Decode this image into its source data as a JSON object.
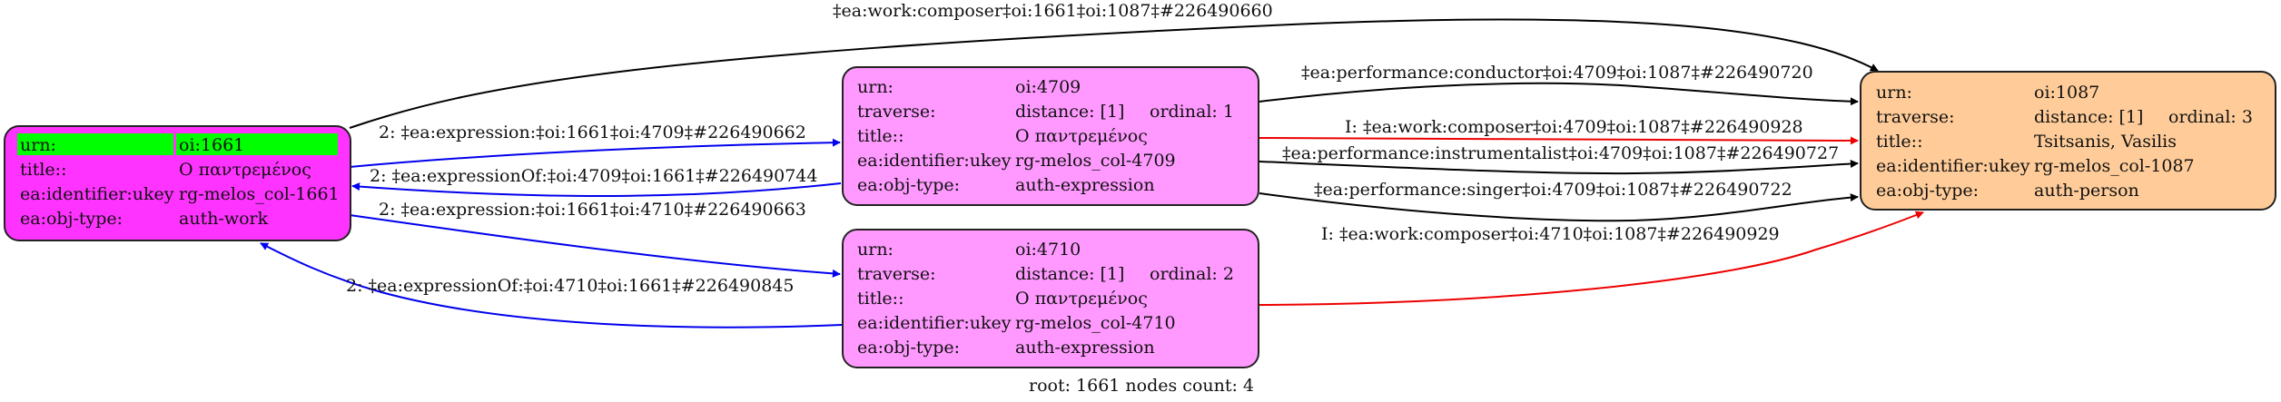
{
  "colors": {
    "work_fill": "#ff33ff",
    "expression_fill": "#ff99ff",
    "person_fill": "#ffcc99",
    "root_highlight": "#00ff00",
    "edge_black": "#000000",
    "edge_blue": "#0000ee",
    "edge_red": "#ee0000"
  },
  "nodes": {
    "n1661": {
      "rows": [
        {
          "key": "urn:",
          "value": "oi:1661"
        },
        {
          "key": "title::",
          "value": "Ο παντρεμένος"
        },
        {
          "key": "ea:identifier:ukey",
          "value": "rg-melos_col-1661"
        },
        {
          "key": "ea:obj-type:",
          "value": "auth-work"
        }
      ]
    },
    "n4709": {
      "rows": [
        {
          "key": "urn:",
          "value": "oi:4709"
        },
        {
          "key": "traverse:",
          "value": "distance: [1]",
          "extra": "ordinal: 1"
        },
        {
          "key": "title::",
          "value": "Ο παντρεμένος"
        },
        {
          "key": "ea:identifier:ukey",
          "value": "rg-melos_col-4709"
        },
        {
          "key": "ea:obj-type:",
          "value": "auth-expression"
        }
      ]
    },
    "n4710": {
      "rows": [
        {
          "key": "urn:",
          "value": "oi:4710"
        },
        {
          "key": "traverse:",
          "value": "distance: [1]",
          "extra": "ordinal: 2"
        },
        {
          "key": "title::",
          "value": "Ο παντρεμένος"
        },
        {
          "key": "ea:identifier:ukey",
          "value": "rg-melos_col-4710"
        },
        {
          "key": "ea:obj-type:",
          "value": "auth-expression"
        }
      ]
    },
    "n1087": {
      "rows": [
        {
          "key": "urn:",
          "value": "oi:1087"
        },
        {
          "key": "traverse:",
          "value": "distance: [1]",
          "extra": "ordinal: 3"
        },
        {
          "key": "title::",
          "value": "Tsitsanis, Vasilis"
        },
        {
          "key": "ea:identifier:ukey",
          "value": "rg-melos_col-1087"
        },
        {
          "key": "ea:obj-type:",
          "value": "auth-person"
        }
      ]
    }
  },
  "edges": [
    {
      "id": "e1",
      "label": "‡ea:work:composer‡oi:1661‡oi:1087‡#226490660",
      "from": "oi:1661",
      "to": "oi:1087",
      "color": "black"
    },
    {
      "id": "e2",
      "label": "2: ‡ea:expression:‡oi:1661‡oi:4709‡#226490662",
      "from": "oi:1661",
      "to": "oi:4709",
      "color": "blue"
    },
    {
      "id": "e3",
      "label": "2: ‡ea:expressionOf:‡oi:4709‡oi:1661‡#226490744",
      "from": "oi:4709",
      "to": "oi:1661",
      "color": "blue"
    },
    {
      "id": "e4",
      "label": "2: ‡ea:expression:‡oi:1661‡oi:4710‡#226490663",
      "from": "oi:1661",
      "to": "oi:4710",
      "color": "blue"
    },
    {
      "id": "e5",
      "label": "2: ‡ea:expressionOf:‡oi:4710‡oi:1661‡#226490845",
      "from": "oi:4710",
      "to": "oi:1661",
      "color": "blue"
    },
    {
      "id": "e6",
      "label": "‡ea:performance:conductor‡oi:4709‡oi:1087‡#226490720",
      "from": "oi:4709",
      "to": "oi:1087",
      "color": "black"
    },
    {
      "id": "e7",
      "label": "I: ‡ea:work:composer‡oi:4709‡oi:1087‡#226490928",
      "from": "oi:4709",
      "to": "oi:1087",
      "color": "red"
    },
    {
      "id": "e8",
      "label": "‡ea:performance:instrumentalist‡oi:4709‡oi:1087‡#226490727",
      "from": "oi:4709",
      "to": "oi:1087",
      "color": "black"
    },
    {
      "id": "e9",
      "label": "‡ea:performance:singer‡oi:4709‡oi:1087‡#226490722",
      "from": "oi:4709",
      "to": "oi:1087",
      "color": "black"
    },
    {
      "id": "e10",
      "label": "I: ‡ea:work:composer‡oi:4710‡oi:1087‡#226490929",
      "from": "oi:4710",
      "to": "oi:1087",
      "color": "red"
    }
  ],
  "footer": "root: 1661 nodes count: 4"
}
